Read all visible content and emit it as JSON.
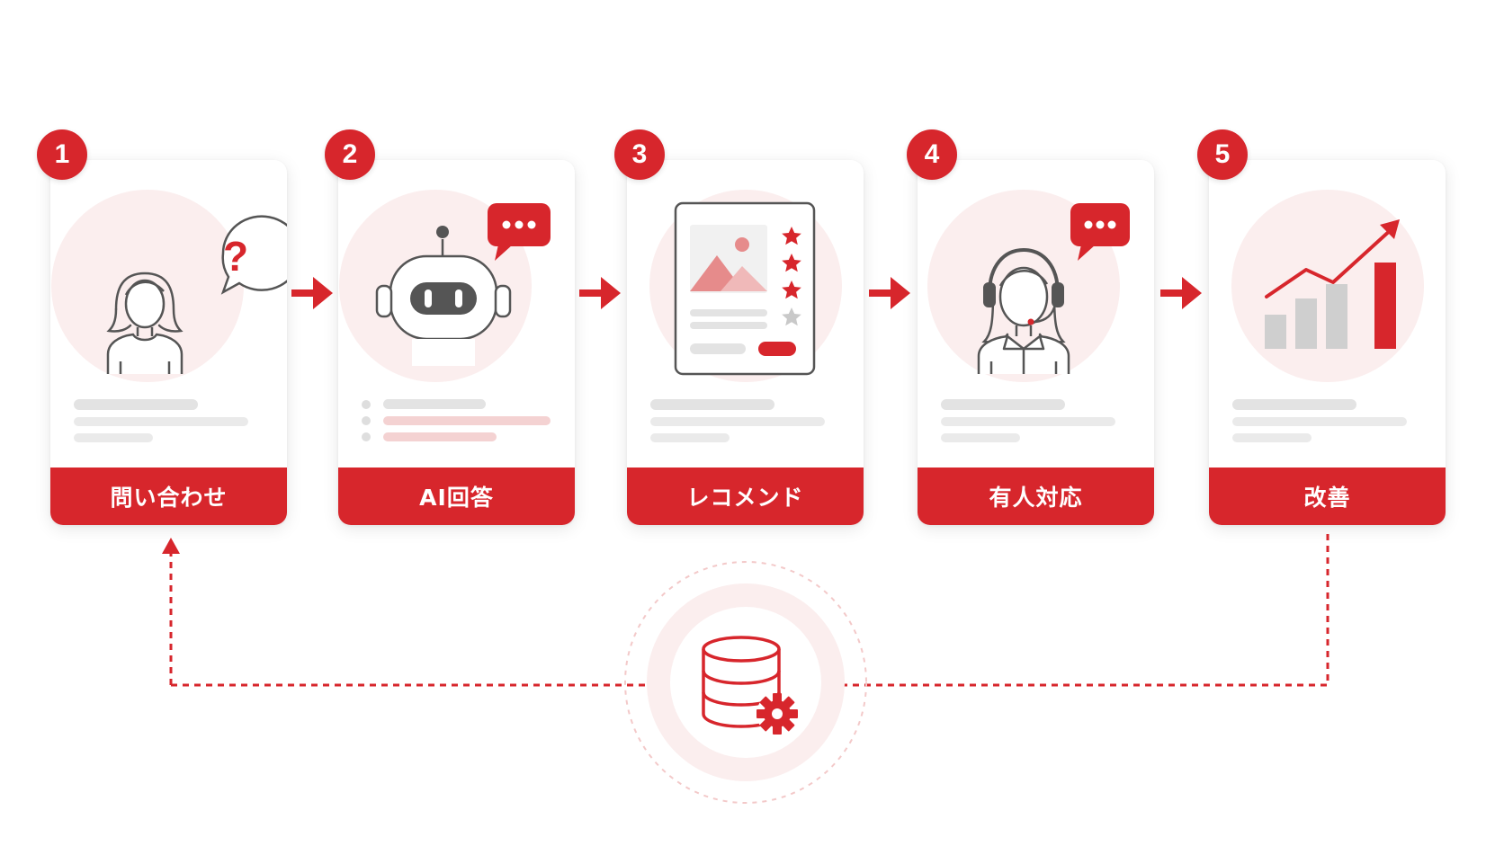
{
  "steps": [
    {
      "number": "1",
      "label": "問い合わせ",
      "icon": "user-question-icon"
    },
    {
      "number": "2",
      "label": "AI回答",
      "icon": "robot-chat-icon"
    },
    {
      "number": "3",
      "label": "レコメンド",
      "icon": "product-rating-icon"
    },
    {
      "number": "4",
      "label": "有人対応",
      "icon": "operator-headset-icon"
    },
    {
      "number": "5",
      "label": "改善",
      "icon": "growth-chart-icon"
    }
  ],
  "hub": {
    "icon": "database-gear-icon"
  },
  "colors": {
    "accent": "#d7262c",
    "accent_soft": "#f7e3e3",
    "line_gray": "#e3e3e3",
    "line_pink": "#f4d2d2",
    "icon_gray": "#555555",
    "bar_gray": "#cfcfcf"
  }
}
